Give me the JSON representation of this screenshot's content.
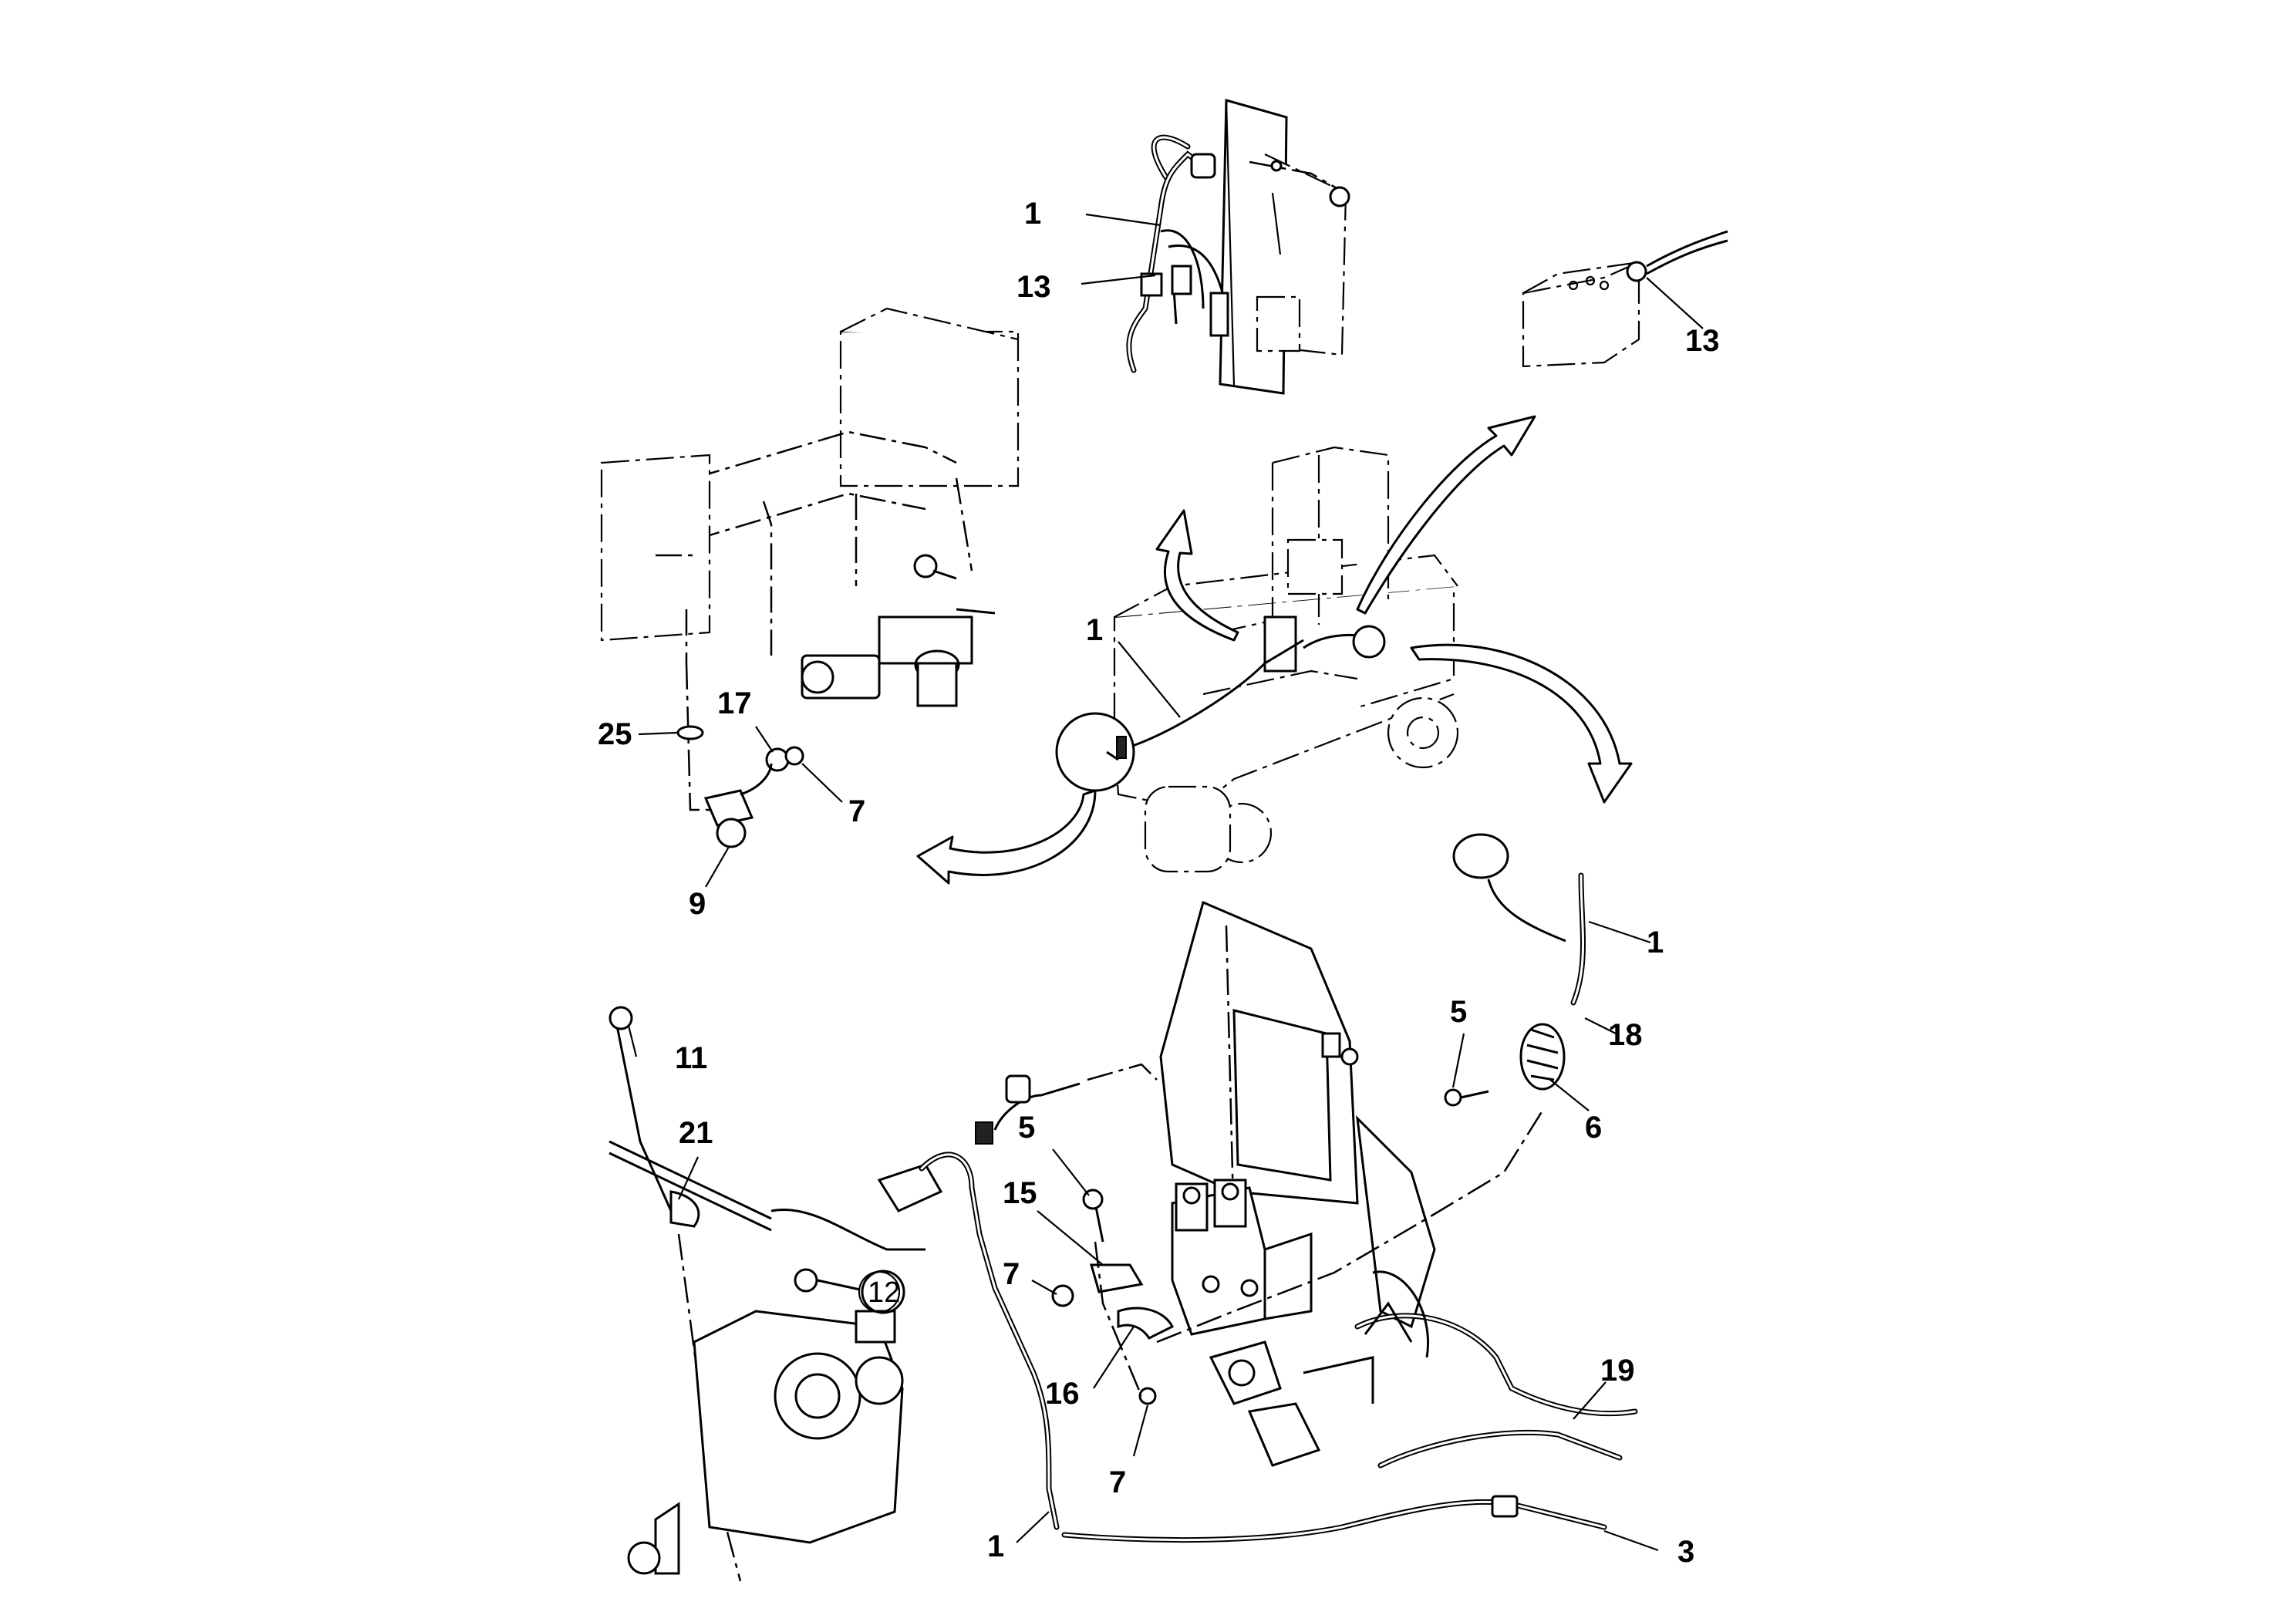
{
  "diagram": {
    "callouts": [
      {
        "id": "c-1-top",
        "text": "1"
      },
      {
        "id": "c-13-top",
        "text": "13"
      },
      {
        "id": "c-13-right",
        "text": "13"
      },
      {
        "id": "c-1-center",
        "text": "1"
      },
      {
        "id": "c-25",
        "text": "25"
      },
      {
        "id": "c-17",
        "text": "17"
      },
      {
        "id": "c-7-left",
        "text": "7"
      },
      {
        "id": "c-9",
        "text": "9"
      },
      {
        "id": "c-1-right",
        "text": "1"
      },
      {
        "id": "c-5-right",
        "text": "5"
      },
      {
        "id": "c-18",
        "text": "18"
      },
      {
        "id": "c-6",
        "text": "6"
      },
      {
        "id": "c-11",
        "text": "11"
      },
      {
        "id": "c-21",
        "text": "21"
      },
      {
        "id": "c-5-center",
        "text": "5"
      },
      {
        "id": "c-15",
        "text": "15"
      },
      {
        "id": "c-7-center",
        "text": "7"
      },
      {
        "id": "c-12",
        "text": "12"
      },
      {
        "id": "c-16",
        "text": "16"
      },
      {
        "id": "c-7-bottom",
        "text": "7"
      },
      {
        "id": "c-1-bottom",
        "text": "1"
      },
      {
        "id": "c-19",
        "text": "19"
      },
      {
        "id": "c-3",
        "text": "3"
      }
    ]
  }
}
